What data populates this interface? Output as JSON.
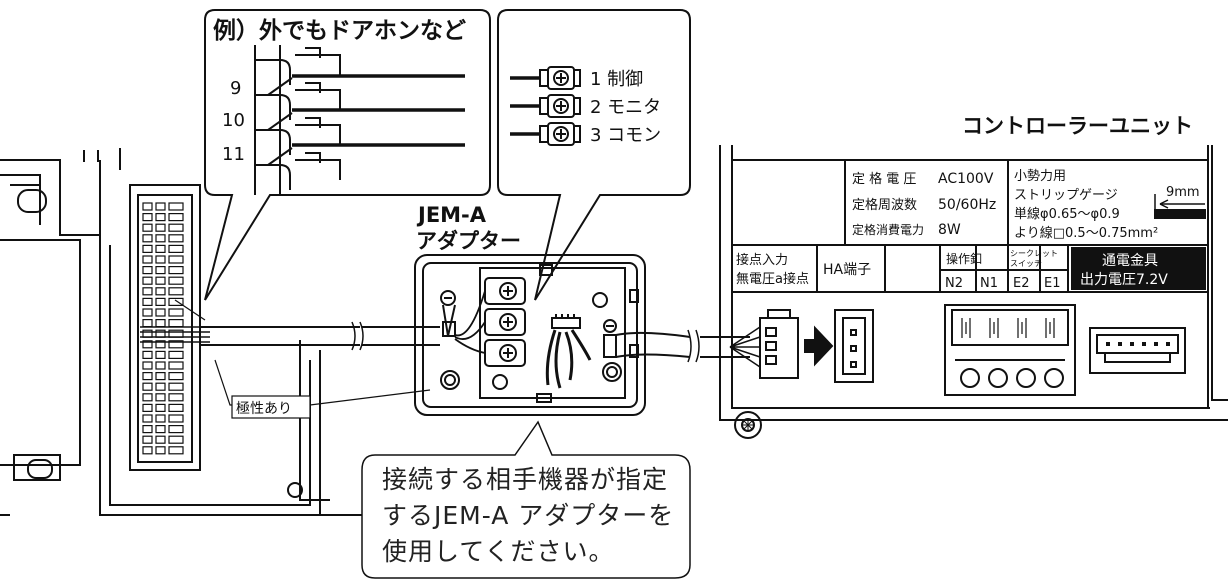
{
  "callout_left": {
    "title": "例）外でもドアホンなど",
    "terminals": [
      "9",
      "10",
      "11"
    ]
  },
  "callout_center": {
    "lines": [
      "1 制御",
      "2 モニタ",
      "3 コモン"
    ]
  },
  "adapter": {
    "label_line1": "JEM-A",
    "label_line2": "アダプター"
  },
  "polarity_label": "極性あり",
  "controller": {
    "title": "コントローラーユニット",
    "spec_rows": [
      {
        "label": "定 格 電 圧",
        "value": "AC100V"
      },
      {
        "label": "定格周波数",
        "value": "50/60Hz"
      },
      {
        "label": "定格消費電力",
        "value": "8W"
      }
    ],
    "small_power": "小勢力用",
    "strip_gauge": "ストリップゲージ",
    "single_wire": "単線φ0.65～φ0.9",
    "stranded_wire": "より線□0.5～0.75mm²",
    "gauge_length": "9mm",
    "contact_input_1": "接点入力",
    "contact_input_2": "無電圧a接点",
    "ha_terminal": "HA端子",
    "operation_label": "操作釦",
    "secret_switch_1": "シークレット",
    "secret_switch_2": "スイッチ",
    "terminal_codes": [
      "N2",
      "N1",
      "E2",
      "E1"
    ],
    "energized_1": "通電金具",
    "energized_2": "出力電圧7.2V"
  },
  "note": {
    "lines": [
      "接続する相手機器が指定",
      "するJEM-A アダプターを",
      "使用してください。"
    ]
  }
}
